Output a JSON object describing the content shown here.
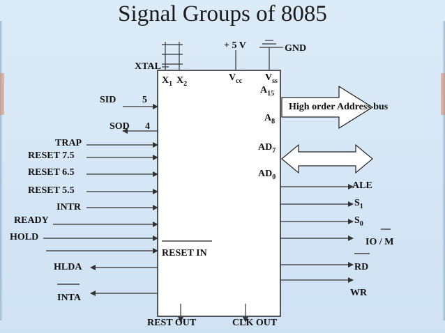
{
  "title": "Signal Groups of 8085",
  "power": {
    "vcc_supply": "+ 5 V",
    "gnd": "GND"
  },
  "chip_pins": {
    "x1": "X",
    "x1_sub": "1",
    "x2": "X",
    "x2_sub": "2",
    "vcc": "V",
    "vcc_sub": "cc",
    "vss": "V",
    "vss_sub": "ss",
    "a15": "A",
    "a15_sub": "15",
    "a8": "A",
    "a8_sub": "8",
    "ad7": "AD",
    "ad7_sub": "7",
    "ad0": "AD",
    "ad0_sub": "0",
    "reset_in": "RESET IN"
  },
  "left_signals": {
    "xtal": "XTAL",
    "sid": "SID",
    "sid_bits": "5",
    "sod": "SOD",
    "sod_bits": "4",
    "trap": "TRAP",
    "reset75": "RESET 7.5",
    "reset65": "RESET 6.5",
    "reset55": "RESET 5.5",
    "intr": "INTR",
    "ready": "READY",
    "hold": "HOLD",
    "hlda": "HLDA",
    "inta": "INTA"
  },
  "right_signals": {
    "high_address_bus": "High order Address bus",
    "ale": "ALE",
    "s1": "S",
    "s1_sub": "1",
    "s0": "S",
    "s0_sub": "0",
    "iom": "IO / M",
    "rd": "RD",
    "wr": "WR"
  },
  "bottom_signals": {
    "reset_out": "REST OUT",
    "clk_out": "CLK OUT"
  }
}
